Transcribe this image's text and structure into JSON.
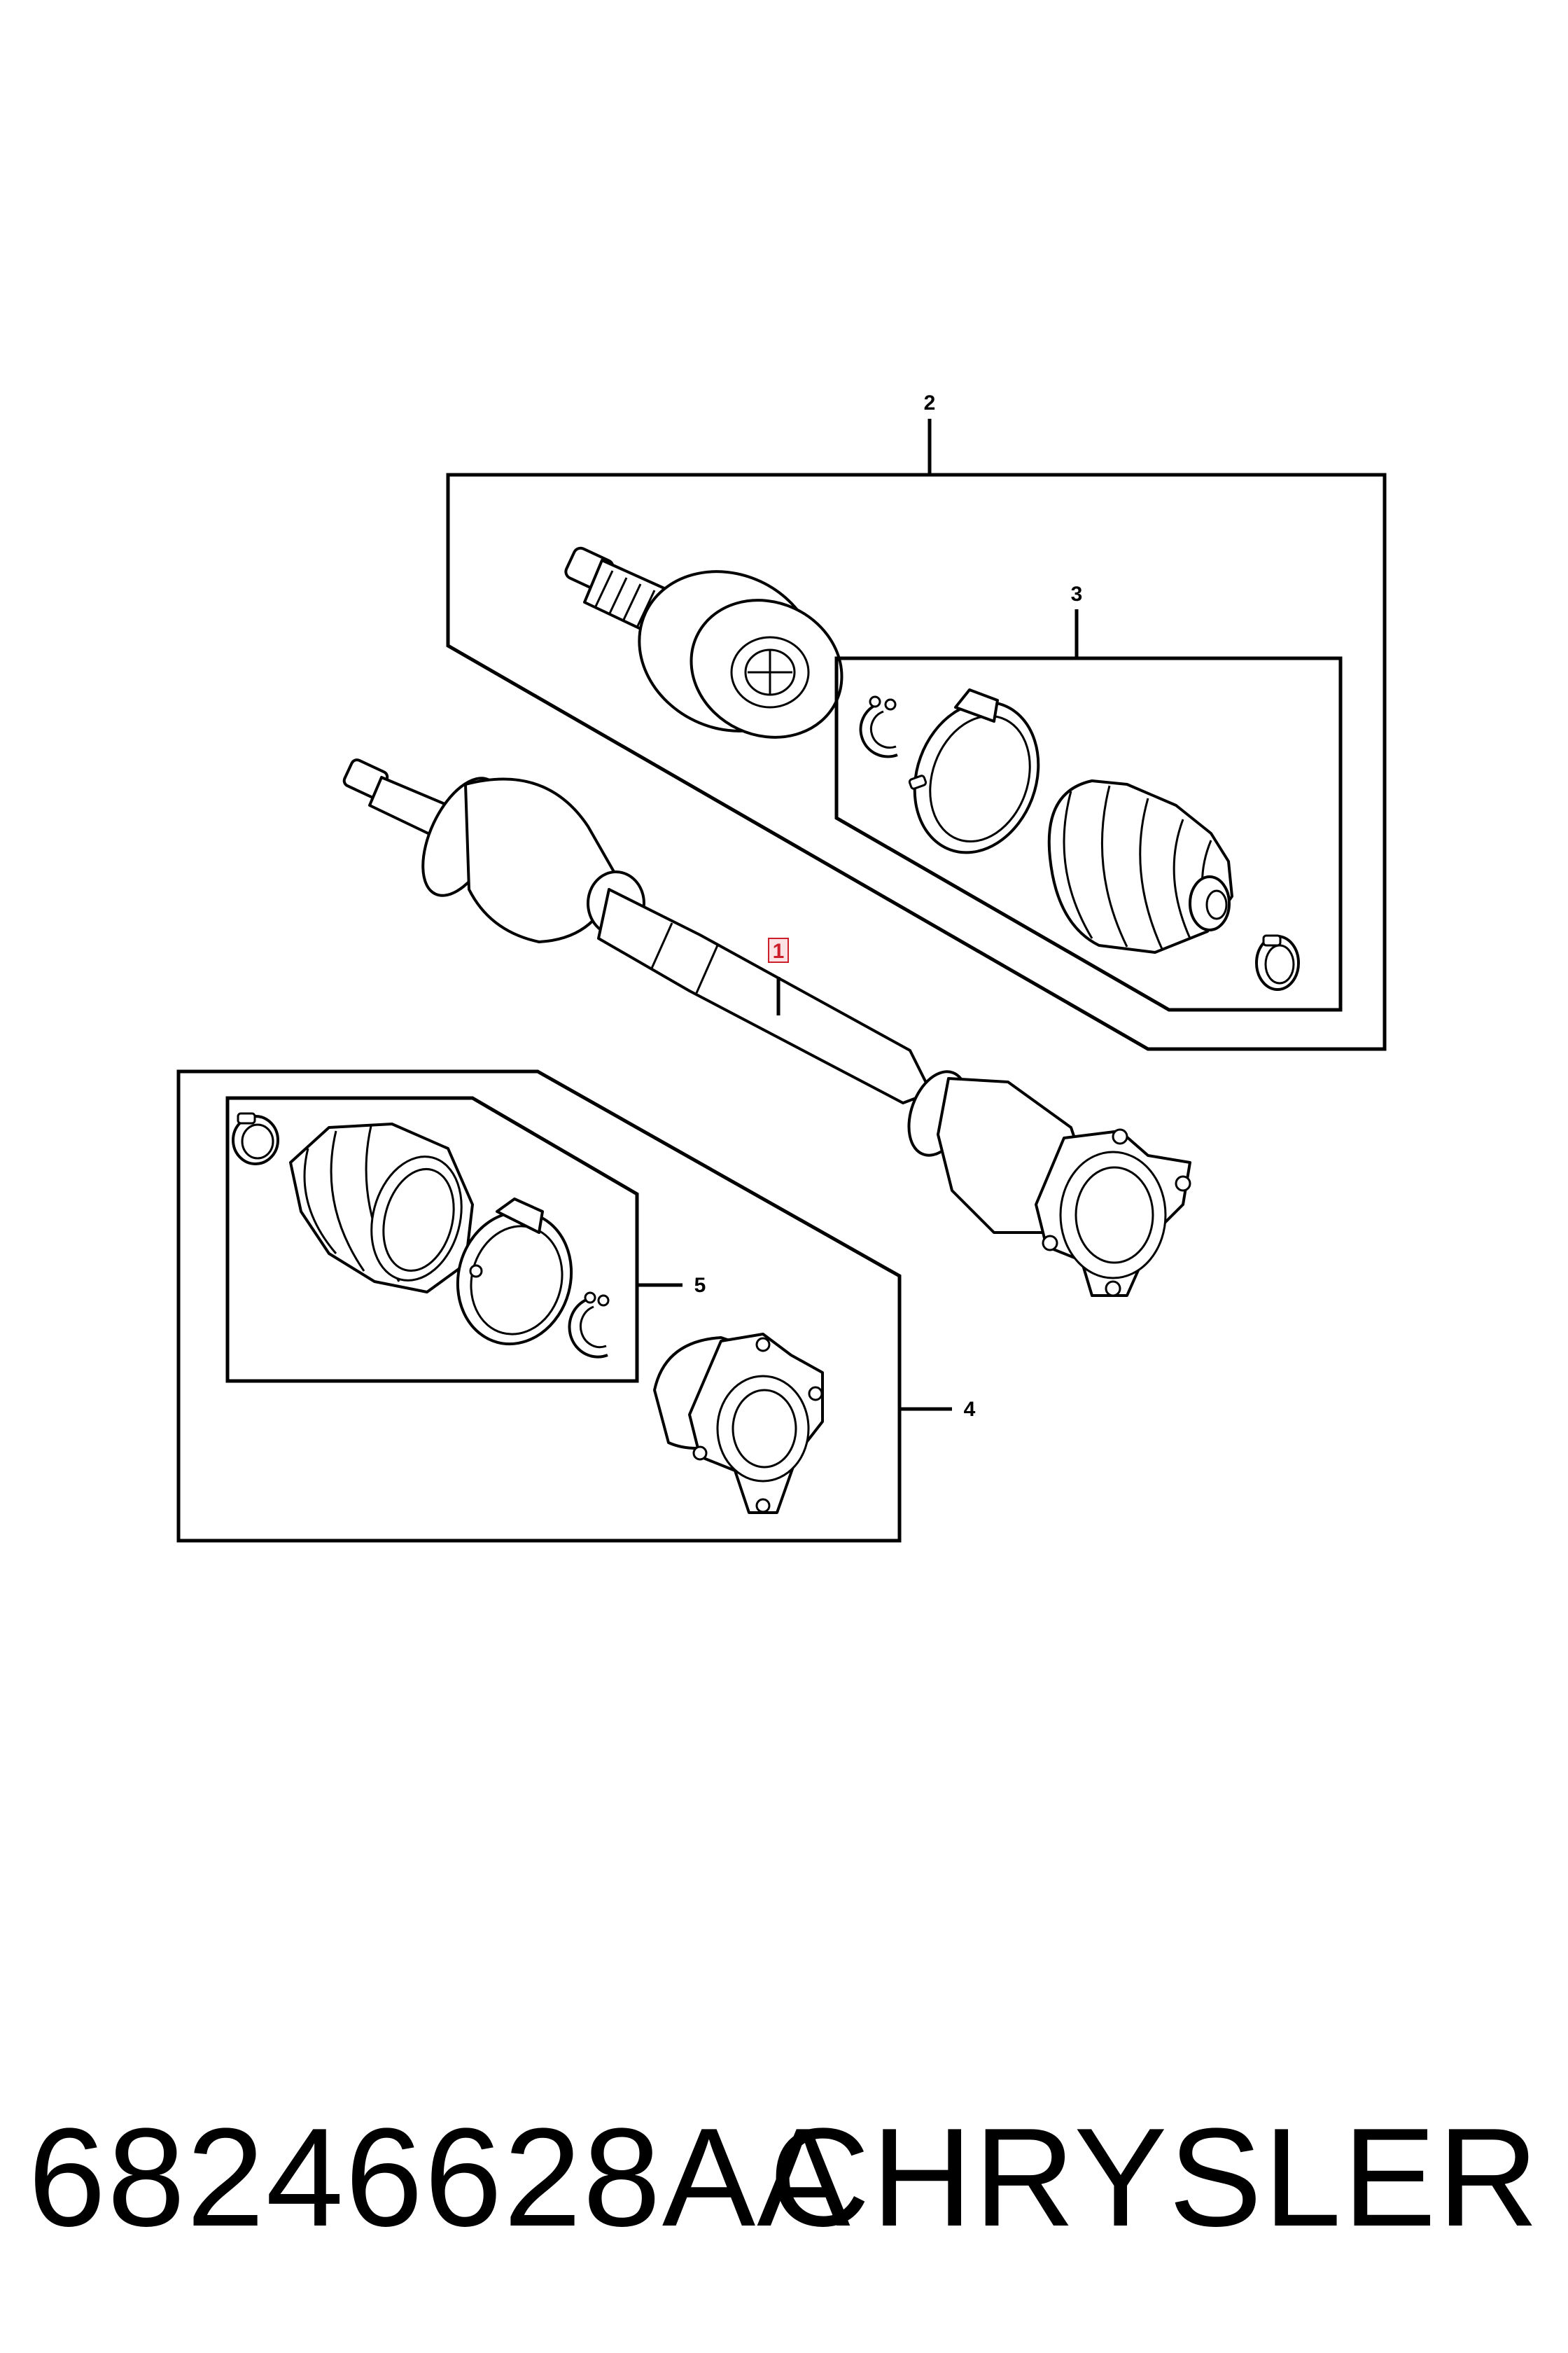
{
  "diagram": {
    "callouts": {
      "c1": "1",
      "c2": "2",
      "c3": "3",
      "c4": "4",
      "c5": "5"
    },
    "highlight_color": "#cc1f2b"
  },
  "footer": {
    "part_number": "68246628AA",
    "brand": "CHRYSLER"
  }
}
